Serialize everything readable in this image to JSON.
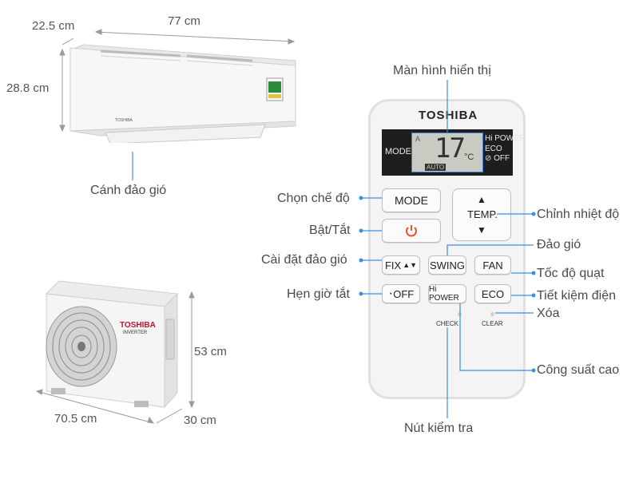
{
  "dimensions": {
    "indoor_depth": "22.5 cm",
    "indoor_width": "77 cm",
    "indoor_height": "28.8 cm",
    "outdoor_height": "53 cm",
    "outdoor_width": "70.5 cm",
    "outdoor_depth": "30 cm"
  },
  "indoor_unit": {
    "brand": "TOSHIBA",
    "louver_callout": "Cánh đảo gió"
  },
  "outdoor_unit": {
    "brand": "TOSHIBA",
    "subtitle": "INVERTER"
  },
  "remote": {
    "brand": "TOSHIBA",
    "display": {
      "mode": "MODE",
      "temperature": "17",
      "unit": "°C",
      "indicator_a": "A",
      "auto": "AUTO",
      "hi_power": "Hi POWER",
      "eco": "ECO",
      "off_timer": "⊘ OFF"
    },
    "buttons": {
      "mode": "MODE",
      "power_icon": "power-icon",
      "temp": "TEMP.",
      "fix": "FIX",
      "swing": "SWING",
      "fan": "FAN",
      "off": "OFF",
      "hi_power": "Hi POWER",
      "eco": "ECO",
      "check": "CHECK",
      "clear": "CLEAR"
    }
  },
  "callouts": {
    "display": "Màn hình hiển thị",
    "mode": "Chọn chế độ",
    "power": "Bật/Tắt",
    "fix": "Cài đặt đảo gió",
    "off_timer": "Hẹn giờ tắt",
    "temp": "Chỉnh nhiệt độ",
    "swing": "Đảo gió",
    "fan": "Tốc độ quạt",
    "eco": "Tiết kiệm điện",
    "clear": "Xóa",
    "hi_power": "Công suất cao",
    "check": "Nút kiểm tra"
  },
  "colors": {
    "leader_line": "#3a8ee6",
    "power_icon": "#e8502a",
    "energy_label": "#2e8b3a"
  }
}
